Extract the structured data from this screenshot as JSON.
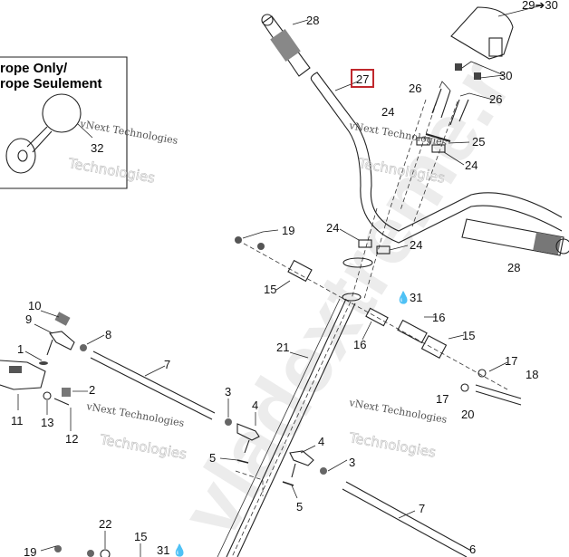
{
  "inset": {
    "title_line1": "rope Only/",
    "title_line2": "rope Seulement",
    "part": "32"
  },
  "watermarks": {
    "small_1": "vNext Technologies",
    "small_2": "Technologies",
    "big": "vladextreme.r"
  },
  "highlight_color": "#c0282d",
  "labels": {
    "p28a": "28",
    "p29": "29➔30",
    "p27": "27",
    "p30": "30",
    "p26a": "26",
    "p26b": "26",
    "p24a": "24",
    "p25": "25",
    "p24b": "24",
    "p19a": "19",
    "p24c": "24",
    "p24d": "24",
    "p28b": "28",
    "p15a": "15",
    "p31a": "31",
    "p16a": "16",
    "p16b": "16",
    "p15b": "15",
    "p21": "21",
    "p17a": "17",
    "p18": "18",
    "p17b": "17",
    "p20": "20",
    "p10": "10",
    "p9": "9",
    "p8": "8",
    "p1": "1",
    "p7a": "7",
    "p2": "2",
    "p11": "11",
    "p13": "13",
    "p12": "12",
    "p3a": "3",
    "p4a": "4",
    "p5a": "5",
    "p4b": "4",
    "p3b": "3",
    "p5b": "5",
    "p7b": "7",
    "p19b": "19",
    "p22": "22",
    "p15c": "15",
    "p31b": "31",
    "p6": "6"
  }
}
